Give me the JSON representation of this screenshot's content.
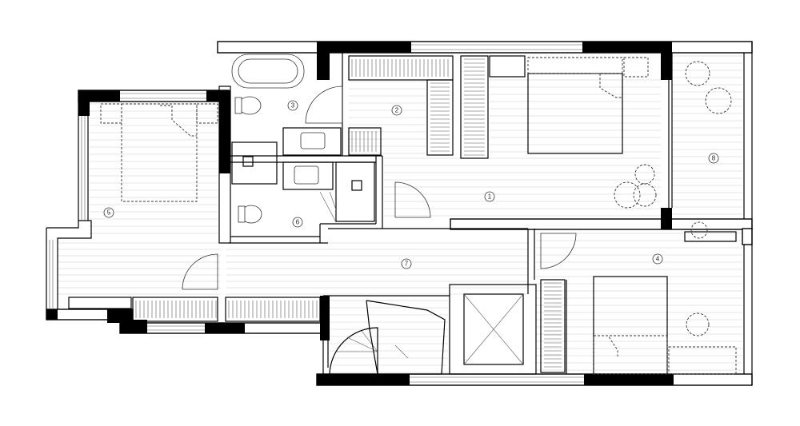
{
  "plan": {
    "rooms": [
      {
        "id": "room-1",
        "label": "1"
      },
      {
        "id": "room-2",
        "label": "2"
      },
      {
        "id": "room-3",
        "label": "3"
      },
      {
        "id": "room-4",
        "label": "4"
      },
      {
        "id": "room-5",
        "label": "5"
      },
      {
        "id": "room-6",
        "label": "6"
      },
      {
        "id": "room-7",
        "label": "7"
      },
      {
        "id": "room-8",
        "label": "8"
      }
    ],
    "colors": {
      "wall": "#000000",
      "line": "#333333",
      "floor_line": "#c9c9c9",
      "background": "#ffffff"
    }
  }
}
